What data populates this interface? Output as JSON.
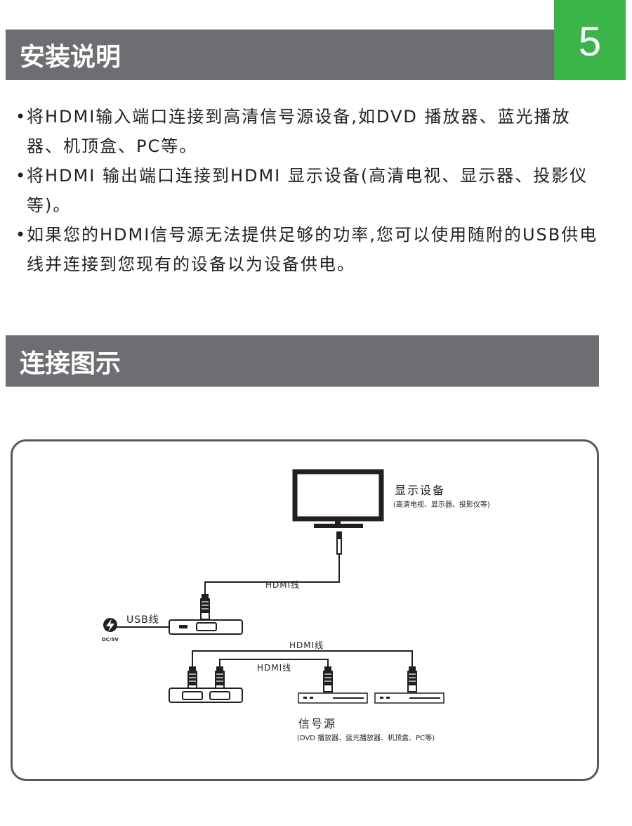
{
  "page_number": "5",
  "sections": {
    "install": {
      "title": "安装说明"
    },
    "diagram": {
      "title": "连接图示"
    }
  },
  "bullets": [
    "将HDMI输入端口连接到高清信号源设备,如DVD 播放器、蓝光播放器、机顶盒、PC等。",
    "将HDMI 输出端口连接到HDMI 显示设备(高清电视、显示器、投影仪等)。",
    "如果您的HDMI信号源无法提供足够的功率,您可以使用随附的USB供电线并连接到您现有的设备以为设备供电。"
  ],
  "diagram": {
    "display_label": "显示设备",
    "display_sub": "(高清电视、显示器、投影仪等)",
    "hdmi_cable_top": "HDMI线",
    "usb_cable": "USB线",
    "dc_label": "DC/5V",
    "hdmi_cable_outer": "HDMI线",
    "hdmi_cable_inner": "HDMI线",
    "source_label": "信号源",
    "source_sub": "(DVD 播放器、蓝光播放器、机顶盒、PC等)",
    "icons": [
      "tv-icon",
      "lightning-icon",
      "hdmi-plug-icon",
      "media-player-icon"
    ]
  }
}
